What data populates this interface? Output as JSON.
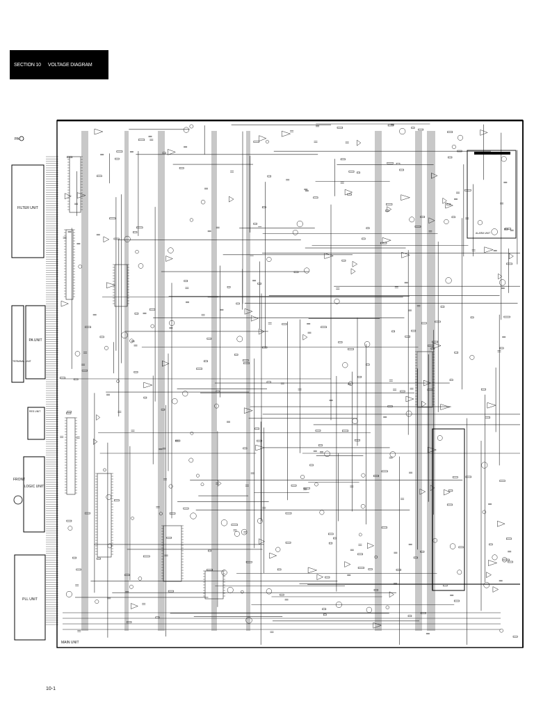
{
  "header": {
    "section": "SECTION 10",
    "title": "VOLTAGE DIAGRAM"
  },
  "units": {
    "pa_jack": "PA",
    "filter": "FILTER UNIT",
    "pa": "PA UNIT",
    "terminal": "TERMINAL UNIT",
    "res": "RES UNIT",
    "front": "FRONT",
    "logic": "LOGIC UNIT",
    "pll": "PLL UNIT",
    "main": "MAIN UNIT",
    "alarm": "ALARM UNIT"
  },
  "page_number": "10-1"
}
